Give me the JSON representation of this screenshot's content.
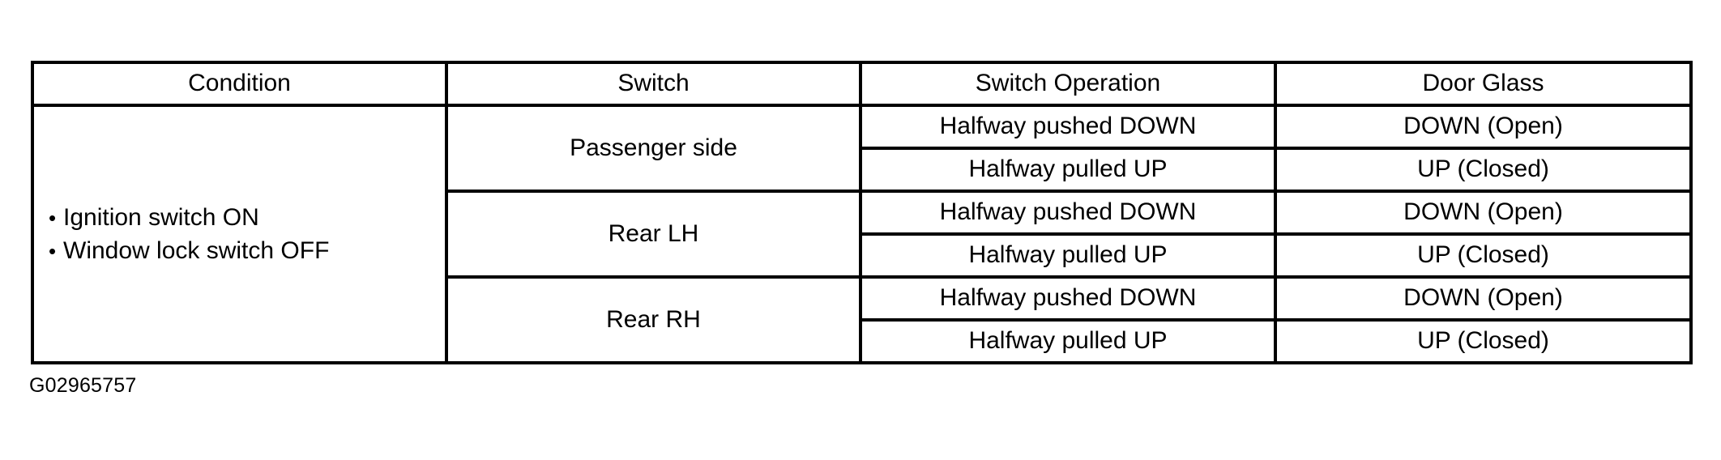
{
  "table": {
    "headers": [
      "Condition",
      "Switch",
      "Switch Operation",
      "Door Glass"
    ],
    "condition": {
      "bullet_glyph": "•",
      "items": [
        "Ignition switch ON",
        "Window lock switch OFF"
      ]
    },
    "groups": [
      {
        "switch": "Passenger side",
        "rows": [
          {
            "operation": "Halfway pushed DOWN",
            "door_glass": "DOWN (Open)"
          },
          {
            "operation": "Halfway pulled UP",
            "door_glass": "UP (Closed)"
          }
        ]
      },
      {
        "switch": "Rear LH",
        "rows": [
          {
            "operation": "Halfway pushed DOWN",
            "door_glass": "DOWN (Open)"
          },
          {
            "operation": "Halfway pulled UP",
            "door_glass": "UP (Closed)"
          }
        ]
      },
      {
        "switch": "Rear RH",
        "rows": [
          {
            "operation": "Halfway pushed DOWN",
            "door_glass": "DOWN (Open)"
          },
          {
            "operation": "Halfway pulled UP",
            "door_glass": "UP (Closed)"
          }
        ]
      }
    ]
  },
  "caption": "G02965757",
  "colors": {
    "background": "#ffffff",
    "text": "#000000",
    "border": "#000000"
  }
}
